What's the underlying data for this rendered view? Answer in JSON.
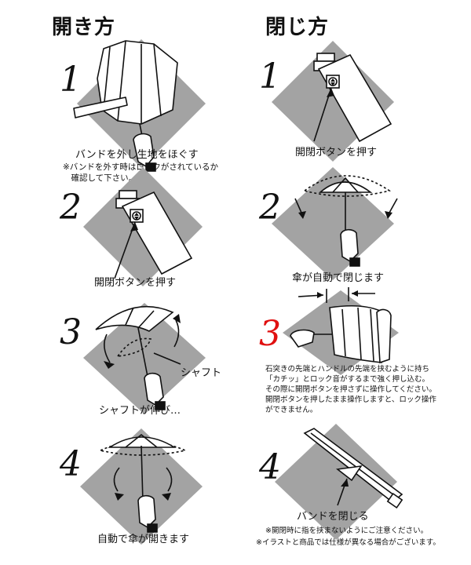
{
  "headings": {
    "open": "開き方",
    "close": "閉じ方"
  },
  "open_steps": [
    {
      "number": "1",
      "caption": "バンドを外し生地をほぐす",
      "note_lines": [
        "※バンドを外す時はロックがされているか",
        "　確認して下さい。"
      ]
    },
    {
      "number": "2",
      "caption": "開閉ボタンを押す"
    },
    {
      "number": "3",
      "caption": "シャフトが伸び…",
      "label": "シャフト"
    },
    {
      "number": "4",
      "caption": "自動で傘が開きます"
    }
  ],
  "close_steps": [
    {
      "number": "1",
      "caption": "開閉ボタンを押す"
    },
    {
      "number": "2",
      "caption": "傘が自動で閉じます"
    },
    {
      "number": "3",
      "note_lines": [
        "石突きの先端とハンドルの先端を挟むように持ち",
        "「カチッ」とロック音がするまで強く押し込む。",
        "その際に開閉ボタンを押さずに操作してください。",
        "開閉ボタンを押したまま操作しますと、ロック操作",
        "ができません。"
      ]
    },
    {
      "number": "4",
      "caption": "バンドを閉じる"
    }
  ],
  "footer_notes": [
    "※開閉時に指を挟まないようにご注意ください。",
    "※イラストと商品では仕様が異なる場合がございます。"
  ],
  "colors": {
    "diamond": "#a3a3a3",
    "accent_red": "#e01010",
    "ink": "#111111"
  }
}
